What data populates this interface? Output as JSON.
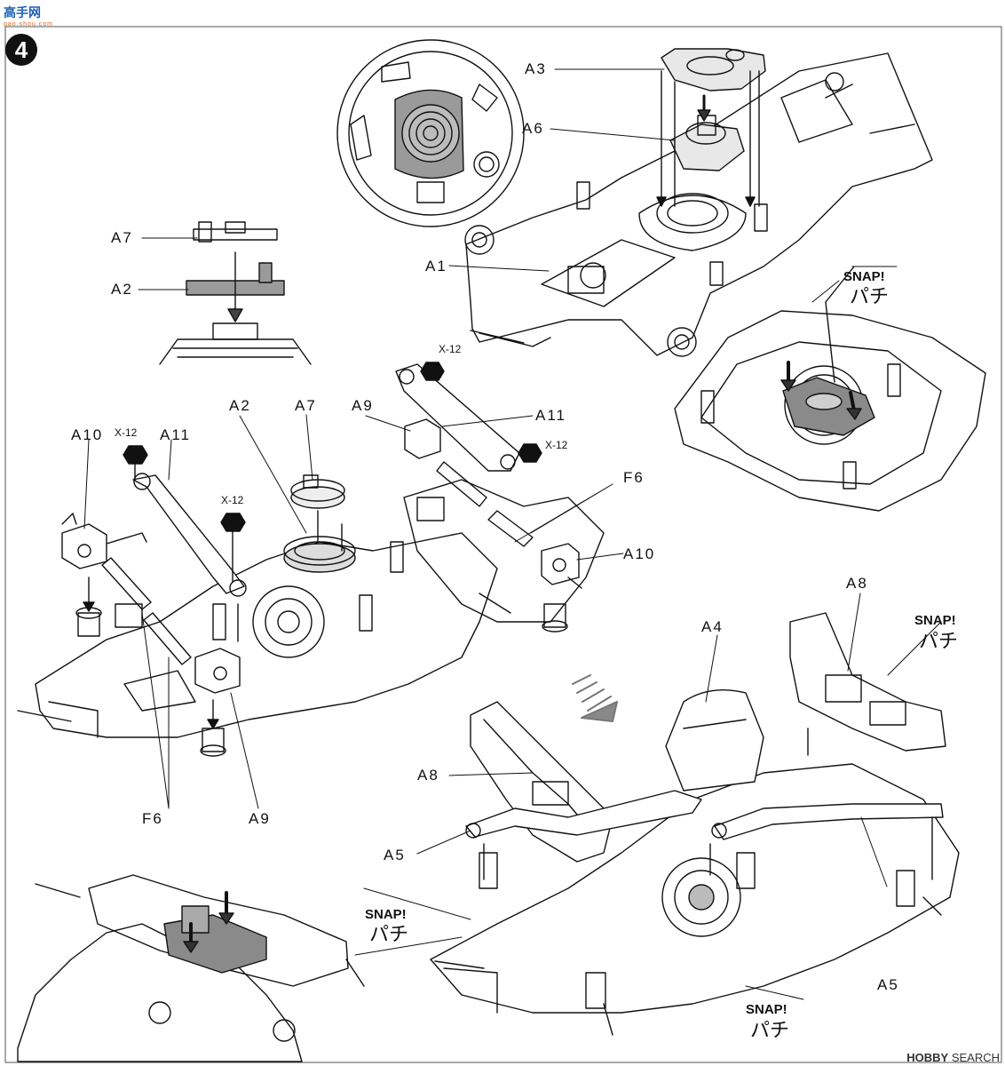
{
  "step_number": "4",
  "watermark_top": "高手网",
  "watermark_top_sub": "gao.shou.com",
  "watermark_bottom_brand": "HOBBY",
  "watermark_bottom_suffix": "SEARCH",
  "labels": {
    "a1": "A1",
    "a2_detail": "A2",
    "a2": "A2",
    "a3": "A3",
    "a4": "A4",
    "a5_left": "A5",
    "a5_right": "A5",
    "a6": "A6",
    "a7_detail": "A7",
    "a7": "A7",
    "a8_top": "A8",
    "a8_left": "A8",
    "a9_top": "A9",
    "a9_bottom": "A9",
    "a10_left": "A10",
    "a10_right": "A10",
    "a11_left": "A11",
    "a11_right": "A11",
    "f6_left": "F6",
    "f6_right": "F6",
    "x12_a": "X-12",
    "x12_b": "X-12",
    "x12_c": "X-12",
    "x12_d": "X-12"
  },
  "snap": [
    {
      "en": "SNAP!",
      "jp": "パチ"
    },
    {
      "en": "SNAP!",
      "jp": "パチ"
    },
    {
      "en": "SNAP!",
      "jp": "パチ"
    },
    {
      "en": "SNAP!",
      "jp": "パチ"
    }
  ],
  "colors": {
    "ink": "#111111",
    "shade": "#9a9a9a",
    "paper": "#ffffff",
    "watermark_blue": "#1b5fb8"
  }
}
